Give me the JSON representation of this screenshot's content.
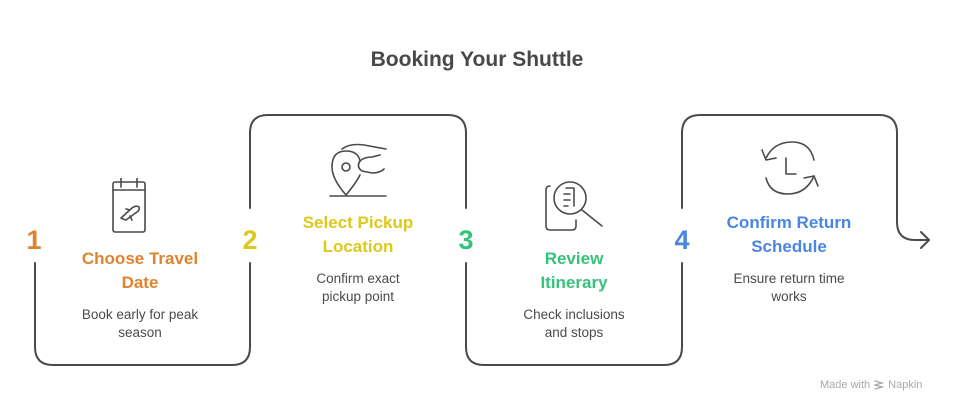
{
  "header": {
    "title": "Booking Your Shuttle"
  },
  "steps": [
    {
      "number": "1",
      "title_line1": "Choose Travel",
      "title_line2": "Date",
      "desc_line1": "Book early for peak",
      "desc_line2": "season",
      "icon": "calendar-plane-icon",
      "color": "#E0832F"
    },
    {
      "number": "2",
      "title_line1": "Select Pickup",
      "title_line2": "Location",
      "desc_line1": "Confirm exact",
      "desc_line2": "pickup point",
      "icon": "location-pin-hand-icon",
      "color": "#DDC81C"
    },
    {
      "number": "3",
      "title_line1": "Review",
      "title_line2": "Itinerary",
      "desc_line1": "Check inclusions",
      "desc_line2": "and stops",
      "icon": "document-search-icon",
      "color": "#35C27A"
    },
    {
      "number": "4",
      "title_line1": "Confirm Return",
      "title_line2": "Schedule",
      "desc_line1": "Ensure return time",
      "desc_line2": "works",
      "icon": "clock-refresh-icon",
      "color": "#4A86E0"
    }
  ],
  "footer": {
    "made_with": "Made with",
    "brand": "Napkin"
  },
  "colors": {
    "line": "#4a4a4a",
    "text": "#484848",
    "footer": "#a8a8a8"
  }
}
